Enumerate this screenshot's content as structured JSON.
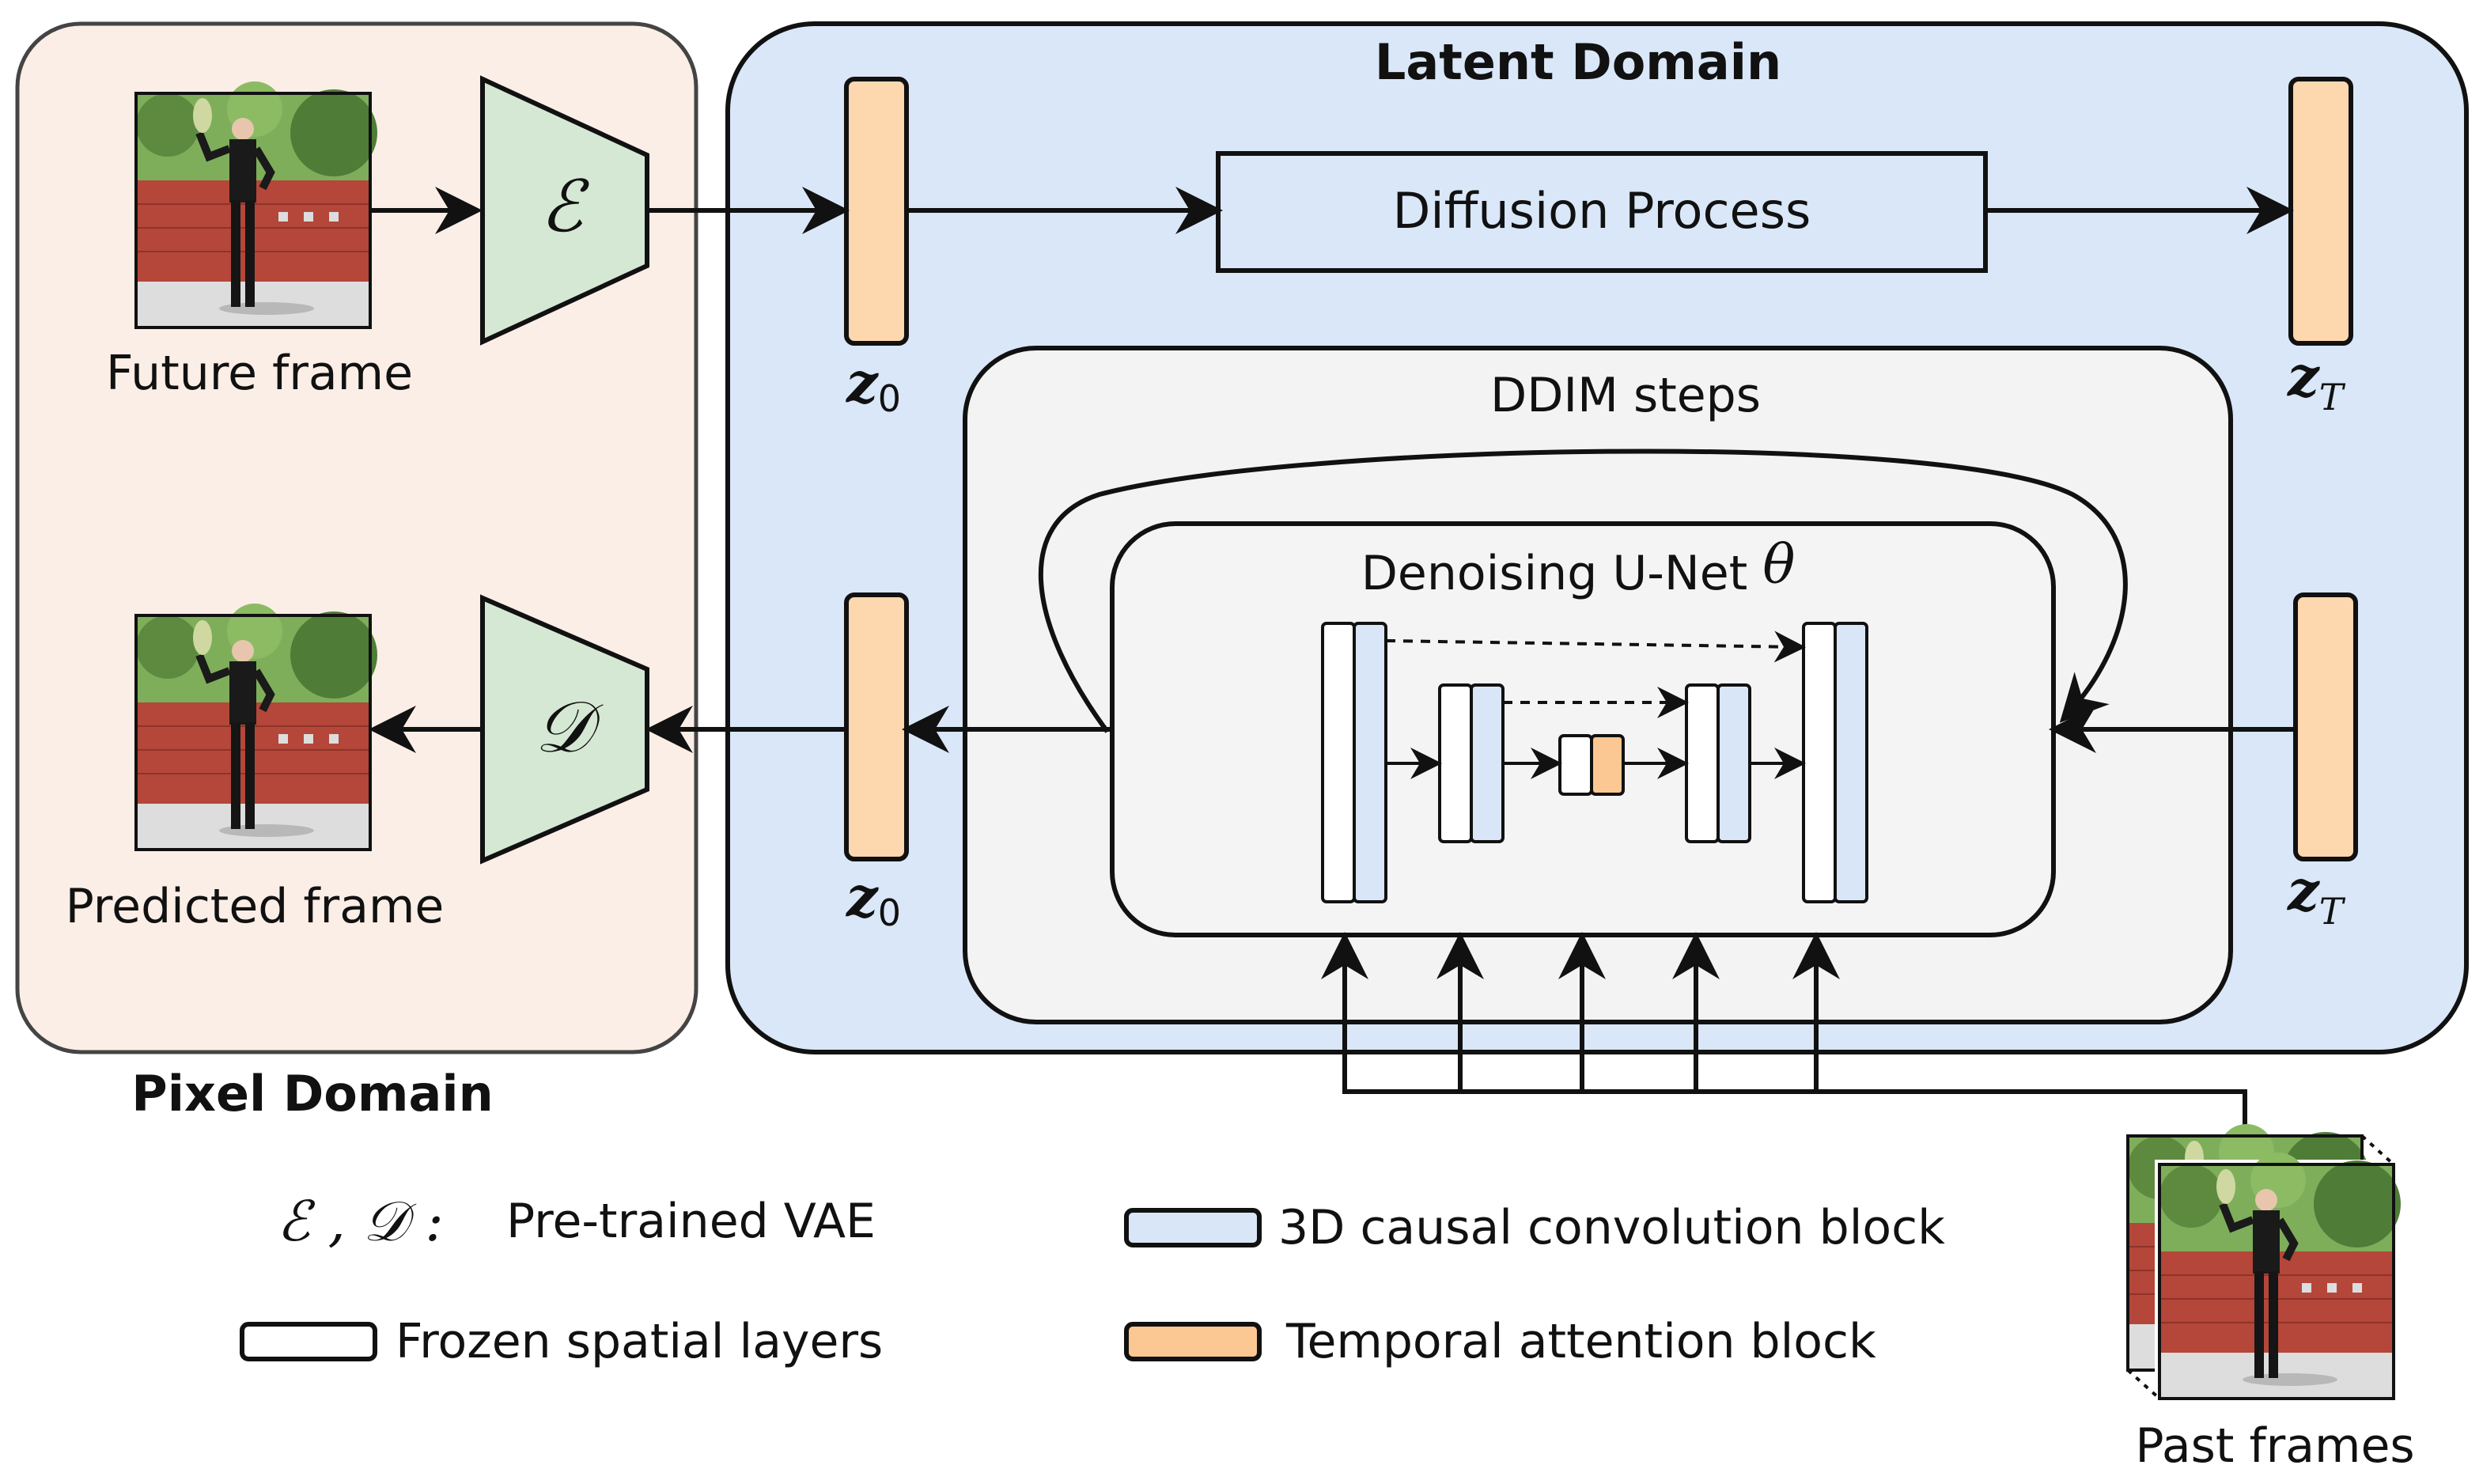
{
  "colors": {
    "pixel_domain_bg": "#fbeee6",
    "latent_domain_bg": "#d9e7f8",
    "ddim_bg": "#f3f3f3",
    "unet_bg": "#f4f4f4",
    "encoder_fill": "#d5e8d4",
    "latent_fill": "#fdd7ae",
    "conv_block_fill": "#d8e6f8",
    "frozen_fill": "#ffffff",
    "temporal_fill": "#fbc793",
    "stroke": "#111111"
  },
  "regions": {
    "latent_title": "Latent Domain",
    "pixel_title": "Pixel Domain",
    "ddim_title": "DDIM steps",
    "unet_title_prefix": "Denoising U-Net",
    "unet_title_symbol": "θ"
  },
  "encoder": {
    "symbol": "ℰ",
    "icon": "trapezoid-encoder"
  },
  "decoder": {
    "symbol": "𝒟",
    "icon": "trapezoid-decoder"
  },
  "frames": {
    "future": "Future frame",
    "predicted": "Predicted frame",
    "past": "Past frames"
  },
  "latents": {
    "z0_top": {
      "base": "z",
      "sub": "0"
    },
    "zT_top": {
      "base": "z",
      "sub": "T"
    },
    "z0_bottom": {
      "base": "z",
      "sub": "0"
    },
    "zT_bottom": {
      "base": "z",
      "sub": "T"
    }
  },
  "diffusion_process": "Diffusion Process",
  "legend": {
    "vae_symbols": "ℰ , 𝒟 :",
    "vae_label": "Pre-trained VAE",
    "frozen_label": "Frozen spatial layers",
    "conv_label": "3D causal convolution block",
    "temporal_label": "Temporal attention block"
  }
}
